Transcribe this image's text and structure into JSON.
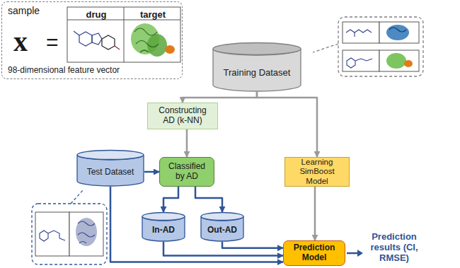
{
  "diagram": {
    "nodes": [
      {
        "text": [
          "sample",
          "x",
          "=",
          "drug",
          "target",
          "98-dimensional feature vector"
        ]
      },
      {
        "text": [
          "Training Dataset"
        ]
      },
      {
        "text": [
          "Constructing AD (k-NN)"
        ]
      },
      {
        "text": [
          "Learning SimBoost Model"
        ]
      },
      {
        "text": [
          "Test Dataset"
        ]
      },
      {
        "text": [
          "Classified by AD"
        ]
      },
      {
        "text": [
          "In-AD"
        ]
      },
      {
        "text": [
          "Out-AD"
        ]
      },
      {
        "text": [
          "Prediction Model"
        ]
      }
    ],
    "edges": [
      {
        "from": 1,
        "to": 2,
        "arrow": "to"
      },
      {
        "from": 1,
        "to": 3,
        "arrow": "to"
      },
      {
        "from": 2,
        "to": 5,
        "arrow": "to"
      },
      {
        "from": 4,
        "to": 5,
        "arrow": "to"
      },
      {
        "from": 5,
        "to": 6,
        "arrow": "to"
      },
      {
        "from": 5,
        "to": 7,
        "arrow": "to"
      },
      {
        "from": 4,
        "to": 8,
        "arrow": "to"
      },
      {
        "from": 6,
        "to": 8,
        "arrow": "to"
      },
      {
        "from": 7,
        "to": 8,
        "arrow": "to"
      },
      {
        "from": 3,
        "to": 8,
        "arrow": "to"
      }
    ],
    "labels": [
      "Prediction results (CI, RMSE)"
    ]
  }
}
